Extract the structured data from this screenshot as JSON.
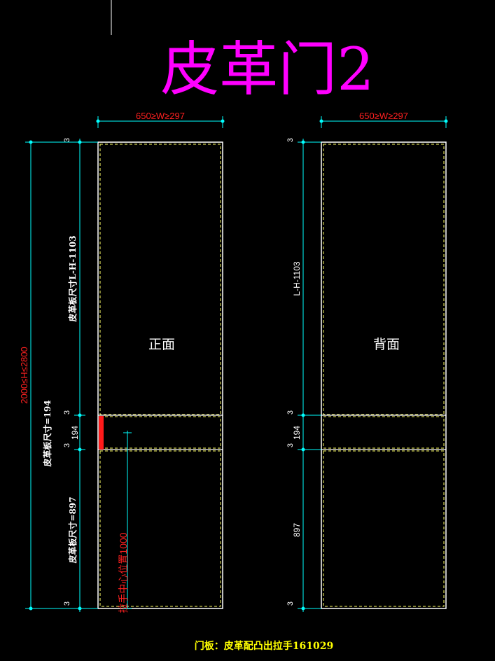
{
  "title": "皮革门2",
  "colors": {
    "background": "#000000",
    "title": "#ff00ff",
    "outline": "#ffffff",
    "dashed": "#ffff66",
    "dimension": "#00ffff",
    "red_text": "#ff2020",
    "handle": "#ff1a1a",
    "footer": "#ffff00"
  },
  "front": {
    "label": "正面",
    "width_dim": "650≥W≥297",
    "total_height_dim": "2000≤H≤2800",
    "dims": {
      "top_margin": "3",
      "upper_panel": "皮革板尺寸L-H-1103",
      "mid_margin_a": "3",
      "mid_panel_value": "194",
      "mid_panel_label": "皮革板尺寸=194",
      "mid_margin_b": "3",
      "lower_panel": "皮革板尺寸=897",
      "bottom_margin": "3"
    },
    "handle_note": "拉手中心位置1000"
  },
  "back": {
    "label": "背面",
    "width_dim": "650≥W≥297",
    "dims": {
      "top_margin": "3",
      "upper_panel": "L-H-1103",
      "mid_margin_a": "3",
      "mid_panel_value": "194",
      "mid_margin_b": "3",
      "lower_panel": "897",
      "bottom_margin": "3"
    }
  },
  "footer": "门板：皮革配凸出拉手161029"
}
